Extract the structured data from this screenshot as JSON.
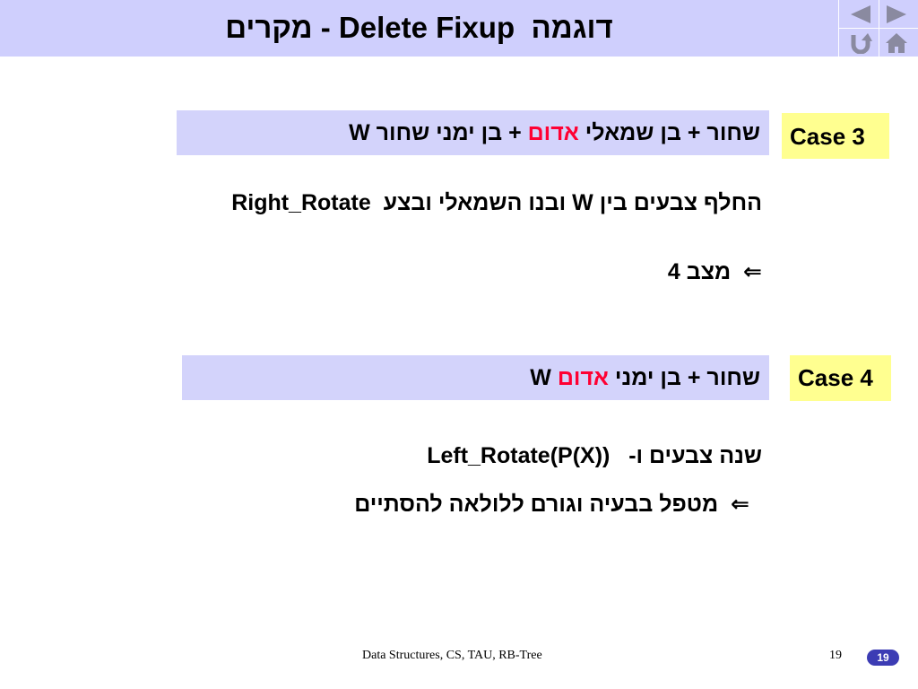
{
  "title": {
    "hebrew_prefix": "דוגמה",
    "english": "Delete Fixup",
    "hebrew_suffix": "- מקרים",
    "full": "דוגמה  Delete Fixup - מקרים"
  },
  "nav": {
    "prev_icon": "triangle-left",
    "next_icon": "triangle-right",
    "undo_icon": "return-arrow",
    "home_icon": "house",
    "color": "#8a8aa0"
  },
  "case3": {
    "label": "Case 3",
    "condition": {
      "part1": "W שחור + בן שמאלי ",
      "red_word": "אדום",
      "part2": " + בן ימני שחור"
    },
    "line1": {
      "hebrew": "החלף צבעים בין W ובנו השמאלי ובצע",
      "code": "Right_Rotate"
    },
    "line2": "מצב 4",
    "arrow": "⇐"
  },
  "case4": {
    "label": "Case 4",
    "condition": {
      "part1": "W שחור + בן ימני ",
      "red_word": "אדום"
    },
    "line1": {
      "hebrew": "שנה צבעים ו-",
      "code": "Left_Rotate(P(X))"
    },
    "line2": "מטפל בבעיה וגורם ללולאה להסתיים",
    "arrow": "⇐"
  },
  "footer": {
    "text": "Data Structures, CS, TAU, RB-Tree",
    "page_number": "19",
    "badge": "19"
  },
  "colors": {
    "title_bg": "#cfcffd",
    "condition_bg": "#d3d3fb",
    "case_bg": "#ffff90",
    "highlight_red": "#ff0033",
    "badge_bg": "#3c3cb4"
  }
}
